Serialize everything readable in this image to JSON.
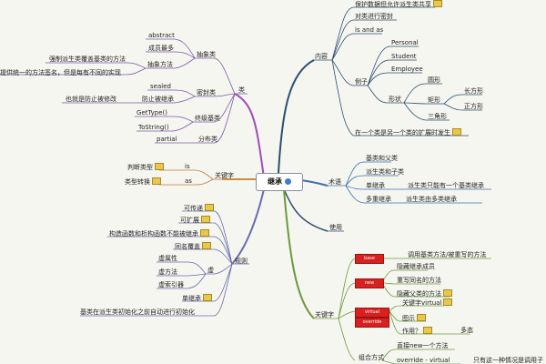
{
  "root": {
    "title": "继承"
  },
  "colors": {
    "class_branch": "#a04bb8",
    "term_branch": "#3a6fb0",
    "keyword_branch": "#6a9a3a",
    "content_branch": "#2b4e72",
    "left_branch": "#6a6ab0",
    "redbox": "#d82020"
  },
  "branches": {
    "content": "内容",
    "class": "类",
    "keyword_top": "关键字",
    "terms": "术语",
    "usage": "使用",
    "keyword_bottom": "关键字",
    "polymorph": "多态"
  },
  "content": {
    "item1": "保护数据但允许派生类共享",
    "item2": "对类进行密封",
    "item3": "is and as",
    "example": "例子",
    "people": [
      "Personal",
      "Student",
      "Employee"
    ],
    "shape": "形状",
    "circle": "圆形",
    "rect": "矩形",
    "rect_children": [
      "长方形",
      "正方形"
    ],
    "triangle": "三角形",
    "extension": "在一个类是另一个类的扩展时发生"
  },
  "class": {
    "abstract_class": "抽象类",
    "abstract": "abstract",
    "members": "成员最多",
    "abstract_method": "抽象方法",
    "override_desc": "强制派生类覆盖基类的方法",
    "uniform_desc": "提供统一的方法签名，但是每有不同的实现",
    "sealed_class": "密封类",
    "sealed": "sealed",
    "prevent": "防止被继承",
    "prevent_desc": "也就是防止被修改",
    "final_base": "终级基类",
    "gettype": "GetType()",
    "tostring": "ToString()",
    "partial_class": "分布类",
    "partial": "partial"
  },
  "keyword_top": {
    "is": "is",
    "as": "as",
    "type_check": "判断类型",
    "type_convert": "类型转换"
  },
  "terms": {
    "base_parent": "基类和父类",
    "derived_child": "派生类和子类",
    "single": "单继承",
    "single_desc": "派生类只能有一个基类继承",
    "multi": "多重继承",
    "multi_desc": "派生类由多类继承"
  },
  "rules": {
    "rule": "规则",
    "transitive": "可传递",
    "extensible": "可扩展",
    "ctor": "构造函数和析构函数不能被继承",
    "hide": "同名覆盖",
    "virtual": "虚",
    "virtual_items": [
      "虚属性",
      "虚方法",
      "虚索引器"
    ],
    "single": "单继承",
    "init": "基类在派生类初始化之前自动进行初始化"
  },
  "keyword_bottom": {
    "base": "base",
    "base_desc": "调用基类方法/被重写的方法",
    "new": "new",
    "new_items": [
      "隐藏继承成员",
      "重写同名的方法",
      "隐藏父类的方法"
    ],
    "override": "override",
    "virtual": "virtual",
    "virtual_items": [
      "关键字virtual",
      "图示",
      "作用？"
    ],
    "combo": "组合方式",
    "combo_items": [
      "直接new一个方法",
      "override - virtual"
    ],
    "combo_desc": "只有这一种情况是调用子"
  }
}
